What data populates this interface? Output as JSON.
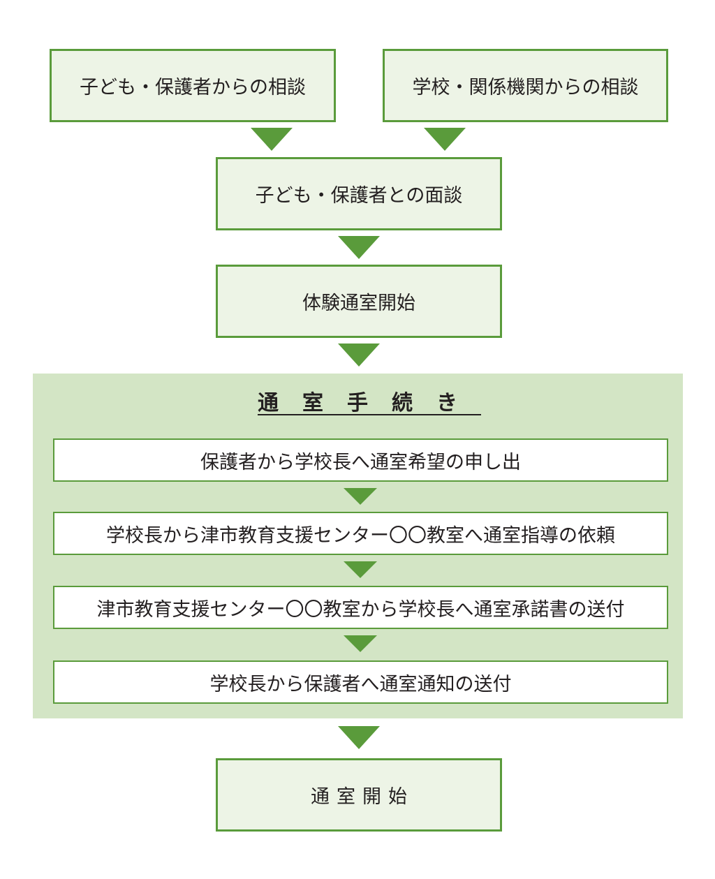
{
  "flow": {
    "consult_child": "子ども・保護者からの相談",
    "consult_school": "学校・関係機関からの相談",
    "interview": "子ども・保護者との面談",
    "trial": "体験通室開始",
    "procedure": {
      "title": "通室手続き",
      "steps": [
        "保護者から学校長へ通室希望の申し出",
        "学校長から津市教育支援センター〇〇教室へ通室指導の依頼",
        "津市教育支援センター〇〇教室から学校長へ通室承諾書の送付",
        "学校長から保護者へ通室通知の送付"
      ]
    },
    "start": "通室開始"
  },
  "colors": {
    "border": "#5a9b3b",
    "box_fill": "#edf4e6",
    "panel_fill": "#d3e5c5",
    "arrow": "#5a9b3b"
  }
}
